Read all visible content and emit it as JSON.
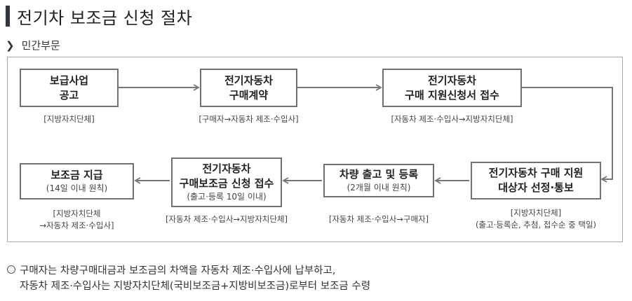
{
  "title": "전기차 보조금 신청 절차",
  "section_label": "민간부문",
  "steps": {
    "s1": {
      "line1": "보급사업",
      "line2": "공고",
      "caption": "[지방자치단체]"
    },
    "s2": {
      "line1": "전기자동차",
      "line2": "구매계약",
      "caption": "[구매자→자동차 제조·수입사]"
    },
    "s3": {
      "line1": "전기자동차",
      "line2": "구매 지원신청서 접수",
      "caption": "[자동차 제조·수입사→지방자치단체]"
    },
    "s4": {
      "line1": "전기자동차 구매 지원",
      "line2": "대상자 선정·통보",
      "caption1": "[지방자치단체]",
      "caption2": "(출고·등록순, 추첨, 접수순 중 택일)"
    },
    "s5": {
      "line1": "차량 출고 및 등록",
      "sub": "(2개월 이내 원칙)",
      "caption": "[자동차 제조·수입사→구매자]"
    },
    "s6": {
      "line1": "전기자동차",
      "line2": "구매보조금 신청 접수",
      "sub": "(출고·등록 10일 이내)",
      "caption": "[자동차 제조·수입사→지방자치단체]"
    },
    "s7": {
      "line1": "보조금 지급",
      "sub": "(14일 이내 원칙)",
      "caption1": "[지방자치단체",
      "caption2": "→자동차 제조·수입사]"
    }
  },
  "note": {
    "line1": "구매자는 차량구매대금과 보조금의 차액을 자동차 제조·수입사에 납부하고,",
    "line2": "자동차 제조·수입사는 지방자치단체(국비보조금+지방비보조금)로부터 보조금 수령"
  }
}
